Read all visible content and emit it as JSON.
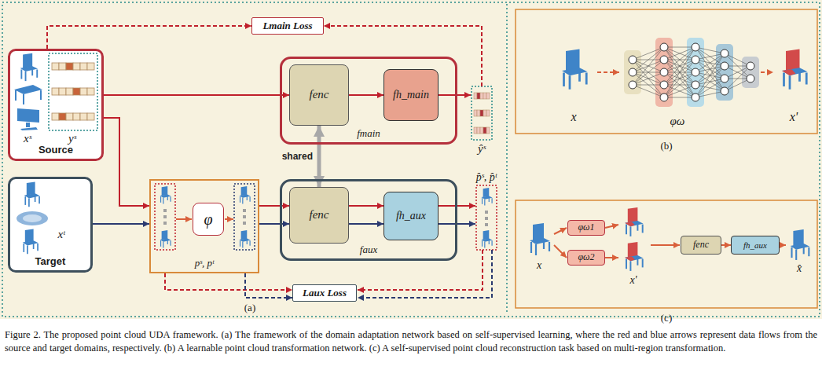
{
  "diagram": {
    "caption": "Figure 2. The proposed point cloud UDA framework. (a) The framework of the domain adaptation network based on self-supervised learning, where the red and blue arrows represent data flows from the source and target domains, respectively. (b) A learnable point cloud transformation network. (c) A self-supervised point cloud reconstruction task based on multi-region transformation.",
    "nodes": [
      {
        "text": [
          "Lmain Loss"
        ]
      },
      {
        "text": [
          "Source"
        ]
      },
      {
        "text": [
          "fmain"
        ]
      },
      {
        "text": [
          "fenc"
        ],
        "in": 2
      },
      {
        "text": [
          "fh_main"
        ],
        "in": 2
      },
      {
        "text": [
          "Target"
        ]
      },
      {
        "text": [
          "pˢ, pᵗ"
        ]
      },
      {
        "text": [
          "φ"
        ],
        "in": 6
      },
      {
        "text": [
          "faux"
        ]
      },
      {
        "text": [
          "fenc"
        ],
        "in": 8
      },
      {
        "text": [
          "fh_aux"
        ],
        "in": 8
      },
      {
        "text": [
          "Laux Loss"
        ]
      },
      {
        "text": [
          "φω1"
        ]
      },
      {
        "text": [
          "φω2"
        ]
      },
      {
        "text": [
          "fenc"
        ]
      },
      {
        "text": [
          "fh_aux"
        ]
      }
    ],
    "edges": [
      {
        "from": 1,
        "to": 0,
        "arrow": "to"
      },
      {
        "from": 1,
        "to": 3,
        "arrow": "to"
      },
      {
        "from": 3,
        "to": 4,
        "arrow": "to"
      },
      {
        "from": 1,
        "to": 6,
        "arrow": "to"
      },
      {
        "from": 5,
        "to": 6,
        "arrow": "to"
      },
      {
        "from": 6,
        "to": 9,
        "arrow": "to"
      },
      {
        "from": 6,
        "to": 9,
        "arrow": "to"
      },
      {
        "from": 9,
        "to": 10,
        "arrow": "to"
      },
      {
        "from": 9,
        "to": 10,
        "arrow": "to"
      },
      {
        "from": 3,
        "to": 9,
        "arrow": "both",
        "label": "shared"
      },
      {
        "from": 6,
        "to": 11,
        "arrow": "to"
      },
      {
        "from": 6,
        "to": 11,
        "arrow": "to"
      },
      {
        "from": 14,
        "to": 15,
        "arrow": "to"
      }
    ],
    "labels": [
      "xˢ",
      "yˢ",
      "ŷˢ",
      "xᵗ",
      "p̂ˢ, p̂ᵗ",
      "(a)",
      "x",
      "φω",
      "x'",
      "(b)",
      "x",
      "x'",
      "x̂",
      "(c)"
    ]
  }
}
